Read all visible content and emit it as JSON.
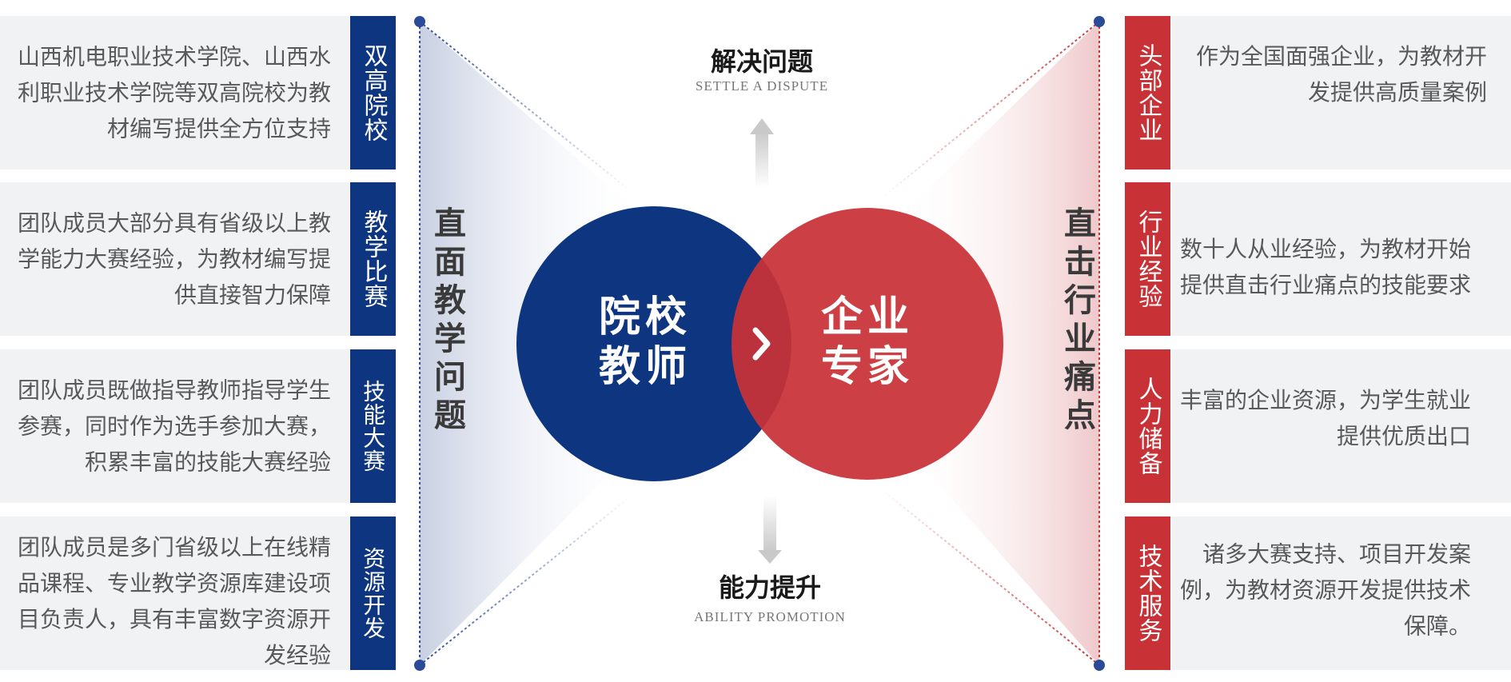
{
  "left": {
    "items": [
      {
        "badge": "双高院校",
        "text": "山西机电职业技术学院、山西水利职业技术学院等双高院校为教材编写提供全方位支持"
      },
      {
        "badge": "教学比赛",
        "text": "团队成员大部分具有省级以上教学能力大赛经验，为教材编写提供直接智力保障"
      },
      {
        "badge": "技能大赛",
        "text": "团队成员既做指导教师指导学生参赛，同时作为选手参加大赛，积累丰富的技能大赛经验"
      },
      {
        "badge": "资源开发",
        "text": "团队成员是多门省级以上在线精品课程、专业教学资源库建设项目负责人，具有丰富数字资源开发经验"
      }
    ],
    "vertical_title": "直面教学问题"
  },
  "right": {
    "items": [
      {
        "badge": "头部企业",
        "text": "作为全国面强企业，为教材开发提供高质量案例"
      },
      {
        "badge": "行业经验",
        "text": "数十人从业经验，为教材开始提供直击行业痛点的技能要求"
      },
      {
        "badge": "人力储备",
        "text": "丰富的企业资源，为学生就业提供优质出口"
      },
      {
        "badge": "技术服务",
        "text": "诸多大赛支持、项目开发案例，为教材资源开发提供技术保障。"
      }
    ],
    "vertical_title": "直击行业痛点"
  },
  "center": {
    "left_circle": {
      "line1": "院校",
      "line2": "教师"
    },
    "right_circle": {
      "line1": "企业",
      "line2": "专家"
    },
    "top_caption": {
      "cn": "解决问题",
      "en": "SETTLE A DISPUTE"
    },
    "bottom_caption": {
      "cn": "能力提升",
      "en": "ABILITY PROMOTION"
    }
  },
  "colors": {
    "blue": "#0e3580",
    "red": "#c83237",
    "panel": "#f1f2f4",
    "text": "#595959"
  },
  "icons": {
    "overlap": "chevron-right-icon",
    "up": "arrow-up-icon",
    "down": "arrow-down-icon"
  }
}
